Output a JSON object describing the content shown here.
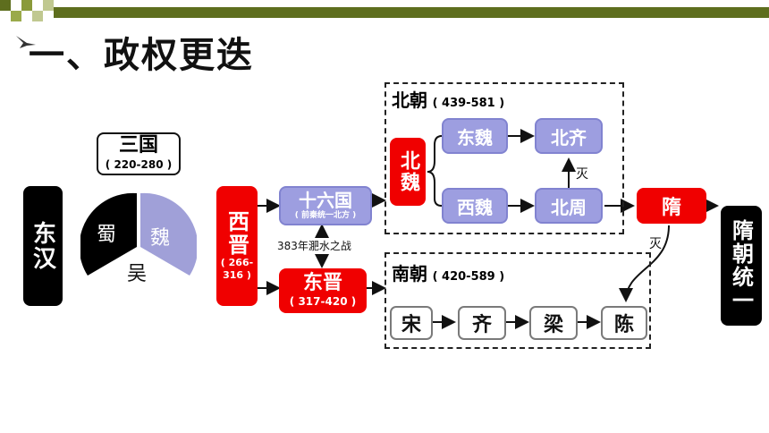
{
  "title": "一、政权更迭",
  "three_kingdoms": {
    "label": "三国",
    "years": "( 220-280 )",
    "shu": "蜀",
    "wei": "魏",
    "wu": "吴"
  },
  "dong_han": "东汉",
  "xi_jin": {
    "label": "西晋",
    "years": "( 266-316 )"
  },
  "sixteen_kingdoms": {
    "label": "十六国",
    "note": "( 前秦统一北方 )"
  },
  "battle": "383年淝水之战",
  "dong_jin": {
    "label": "东晋",
    "years": "( 317-420 )"
  },
  "northern": {
    "label": "北朝",
    "years": "( 439-581 )",
    "badge": "北魏",
    "states": {
      "dong_wei": "东魏",
      "bei_qi": "北齐",
      "xi_wei": "西魏",
      "bei_zhou": "北周"
    },
    "mie": "灭"
  },
  "southern": {
    "label": "南朝",
    "years": "( 420-589 )",
    "states": [
      "宋",
      "齐",
      "梁",
      "陈"
    ]
  },
  "sui": "隋",
  "mie2": "灭",
  "sui_unify": "隋朝统一",
  "colors": {
    "red": "#f00000",
    "purple": "#9d9ee0",
    "black": "#000000",
    "pie_black": "#000000",
    "pie_purple": "#a0a0d8"
  }
}
